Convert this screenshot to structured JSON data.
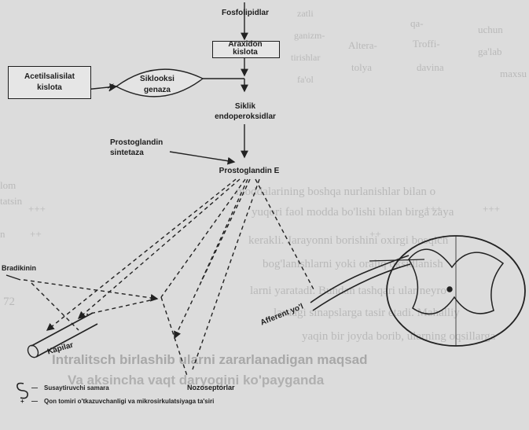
{
  "background_table": {
    "header_cells": [
      "qa-",
      "Troffi-",
      "zatli",
      "ganizm-",
      "tirishlar",
      "fa'ol",
      "Altera-",
      "tolya",
      "davina",
      "ga'lab",
      "uchun",
      "maxsu"
    ],
    "row_labels": [
      "lom",
      "tatsin",
      "n"
    ],
    "cell_values": [
      "+++",
      "++",
      "+++",
      "+++",
      "++"
    ]
  },
  "background_text": {
    "lines": [
      "moddalarining boshqa nurlanishlar bilan o",
      "yuqori faol modda bo'lishi bilan birga zaya",
      "kerakli. Jarayonni borishini oxirgi bosqich",
      "bog'lanishlarni yoki oraliq oksidlanish",
      "larni yaratadi. Bundan tashqari ular neyro",
      "lardagi sinapslarga tasir etadi. Mahalliy",
      "yaqin bir joyda borib, ularning oqsillarga"
    ],
    "bold_line_1": "Intralitsch birlashib ularni zararlanadigan maqsad",
    "bold_line_2": "Va aksincha vaqt daryogini ko'payganda",
    "chapter_number": "72"
  },
  "diagram": {
    "nodes": {
      "phospholipids": "Fosfolipidlar",
      "arachidonic_acid": [
        "Araxidon",
        "kislota"
      ],
      "acetylsalicylic_acid": [
        "Acetilsalisilat",
        "kislota"
      ],
      "cyclooxygenase": [
        "Siklooksi",
        "genaza"
      ],
      "cyclic_endoperoxides": [
        "Siklik",
        "endoperoksidlar"
      ],
      "prostaglandin_synthetase": [
        "Prostoglandin",
        "sintetaza"
      ],
      "prostaglandin_e": "Prostoglandin E",
      "bradykinin": "Bradikinin",
      "capillary": "Kapilar",
      "afferent_path": "Afferent yo'l",
      "nociceptors": "Nozoseptorlar"
    },
    "legend": [
      {
        "symbol": "S",
        "text": "Susaytiruvchi samara"
      },
      {
        "symbol": "+",
        "text": "Qon tomiri o'tkazuvchanligi va mikrosirkulatsiyaga ta'siri"
      }
    ]
  }
}
